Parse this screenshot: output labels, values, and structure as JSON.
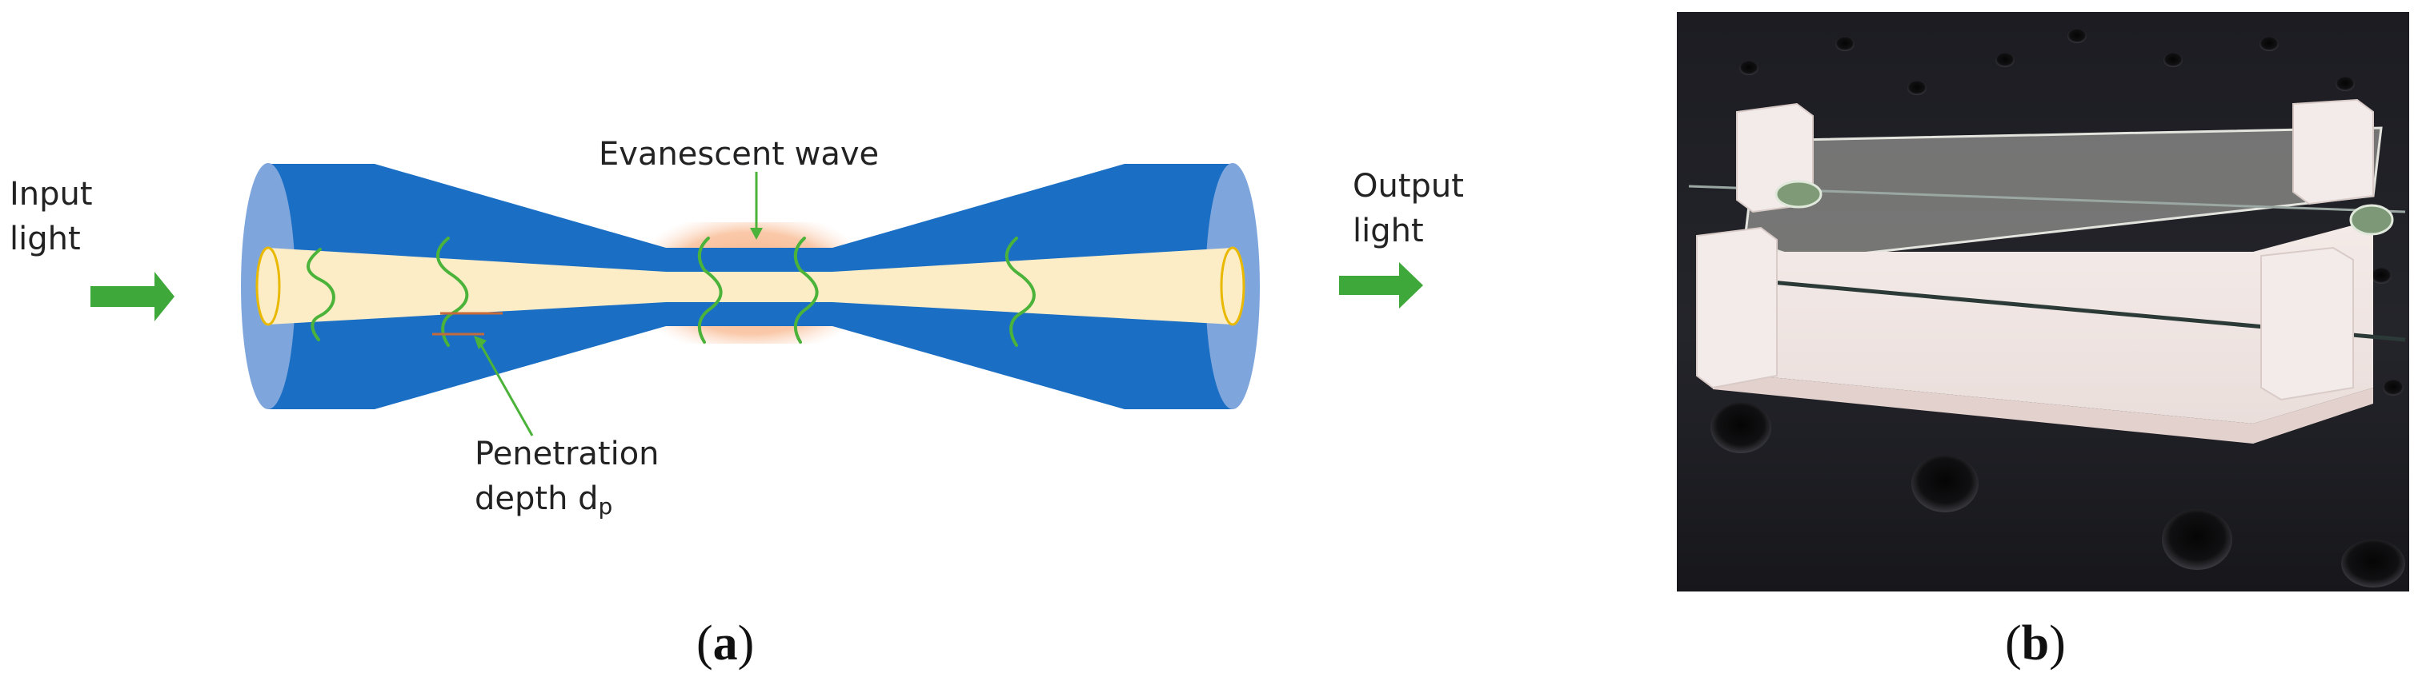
{
  "panel_a": {
    "input_label_line1": "Input",
    "input_label_line2": "light",
    "output_label_line1": "Output",
    "output_label_line2": "light",
    "evanescent_label": "Evanescent wave",
    "penetration_label_line1": "Penetration",
    "penetration_label_line2_prefix": "depth d",
    "penetration_label_subscript": "p",
    "caption_open": "(",
    "caption_letter": "a",
    "caption_close": ")"
  },
  "panel_b": {
    "caption_open": "(",
    "caption_letter": "b",
    "caption_close": ")"
  },
  "colors": {
    "fiber_blue": "#1a6fc4",
    "fiber_end_light": "#7fa6dc",
    "core_light": "#fdedc7",
    "wave_green": "#4bb33a",
    "arrow_green": "#3fa83a",
    "glow_orange": "#f7a978",
    "table_dark": "#1b1b1f",
    "holder_white": "#f1e8e6"
  },
  "icons": {
    "input_arrow": "right-arrow-icon",
    "output_arrow": "right-arrow-icon"
  }
}
